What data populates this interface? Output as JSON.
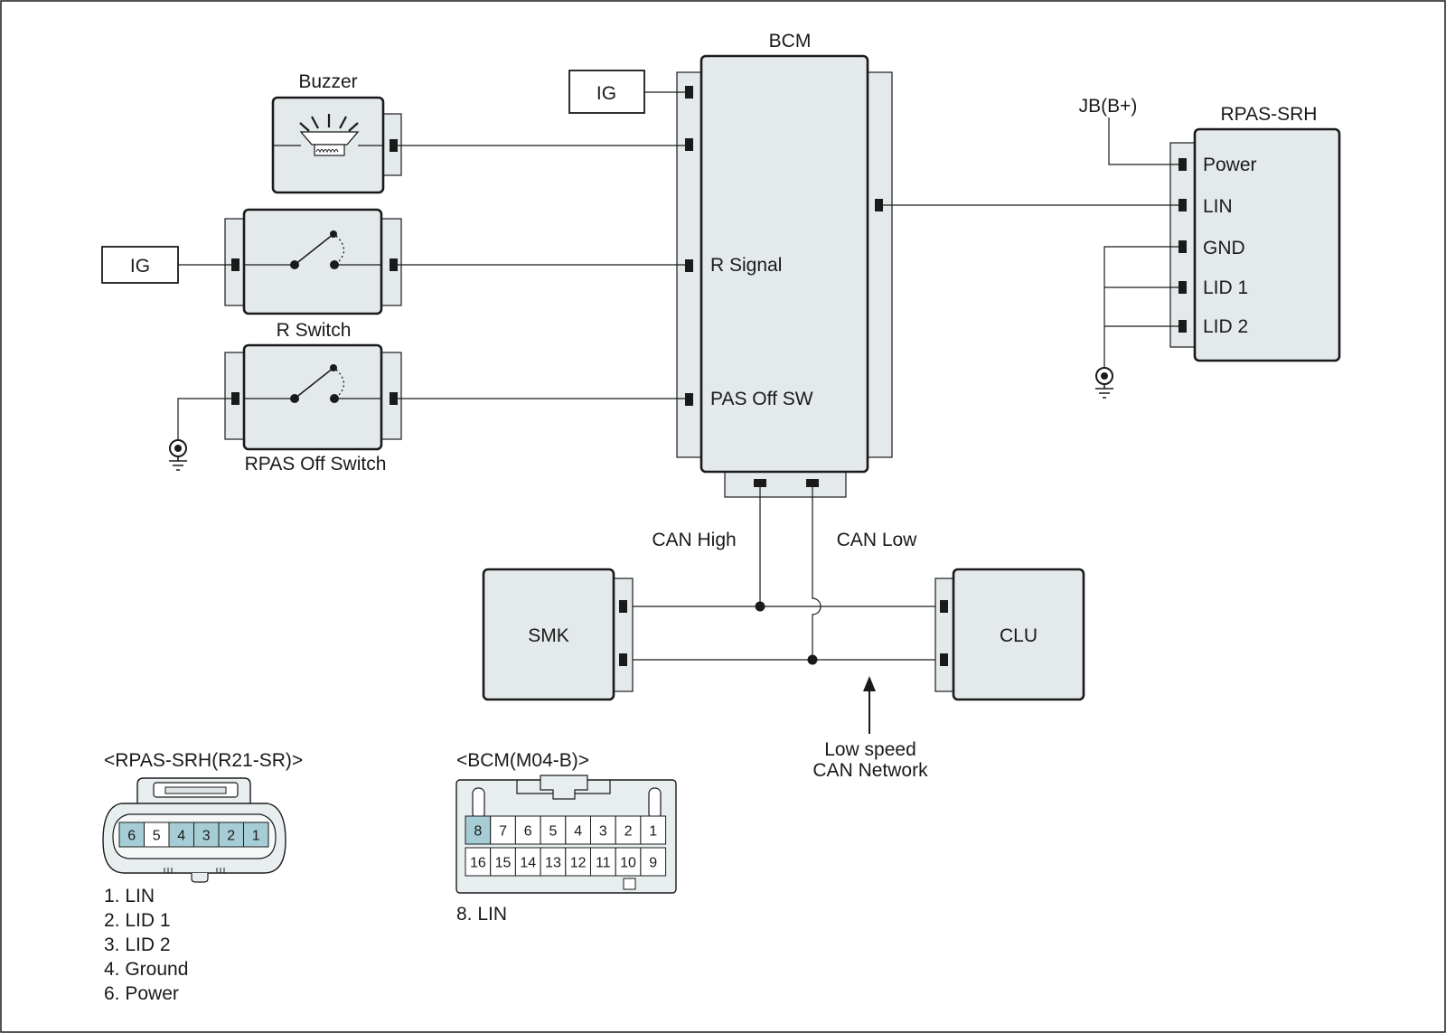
{
  "modules": {
    "bcm": "BCM",
    "buzzer": "Buzzer",
    "r_switch": "R Switch",
    "rpas_off_switch": "RPAS Off Switch",
    "rpas_srh": "RPAS-SRH",
    "smk": "SMK",
    "clu": "CLU",
    "ig_top": "IG",
    "ig_left": "IG",
    "jb": "JB(B+)"
  },
  "bcm_pins": {
    "r_signal": "R Signal",
    "pas_off_sw": "PAS Off SW"
  },
  "rpas_pins": [
    "Power",
    "LIN",
    "GND",
    "LID 1",
    "LID 2"
  ],
  "can": {
    "high": "CAN High",
    "low": "CAN Low",
    "note_line1": "Low speed",
    "note_line2": "CAN Network"
  },
  "connector_rpas": {
    "title": "<RPAS-SRH(R21-SR)>",
    "pins": [
      "6",
      "5",
      "4",
      "3",
      "2",
      "1"
    ],
    "highlighted": [
      "6",
      "4",
      "3",
      "2",
      "1"
    ],
    "legend": [
      "1. LIN",
      "2. LID 1",
      "3. LID 2",
      "4. Ground",
      "6. Power"
    ]
  },
  "connector_bcm": {
    "title": "<BCM(M04-B)>",
    "row1": [
      "8",
      "7",
      "6",
      "5",
      "4",
      "3",
      "2",
      "1"
    ],
    "row2": [
      "16",
      "15",
      "14",
      "13",
      "12",
      "11",
      "10",
      "9"
    ],
    "highlighted": [
      "8"
    ],
    "legend": [
      "8. LIN"
    ]
  },
  "colors": {
    "module_fill": "#e4eaeb",
    "pin_highlight": "#a6cdd6",
    "line": "#1a1a1a"
  }
}
